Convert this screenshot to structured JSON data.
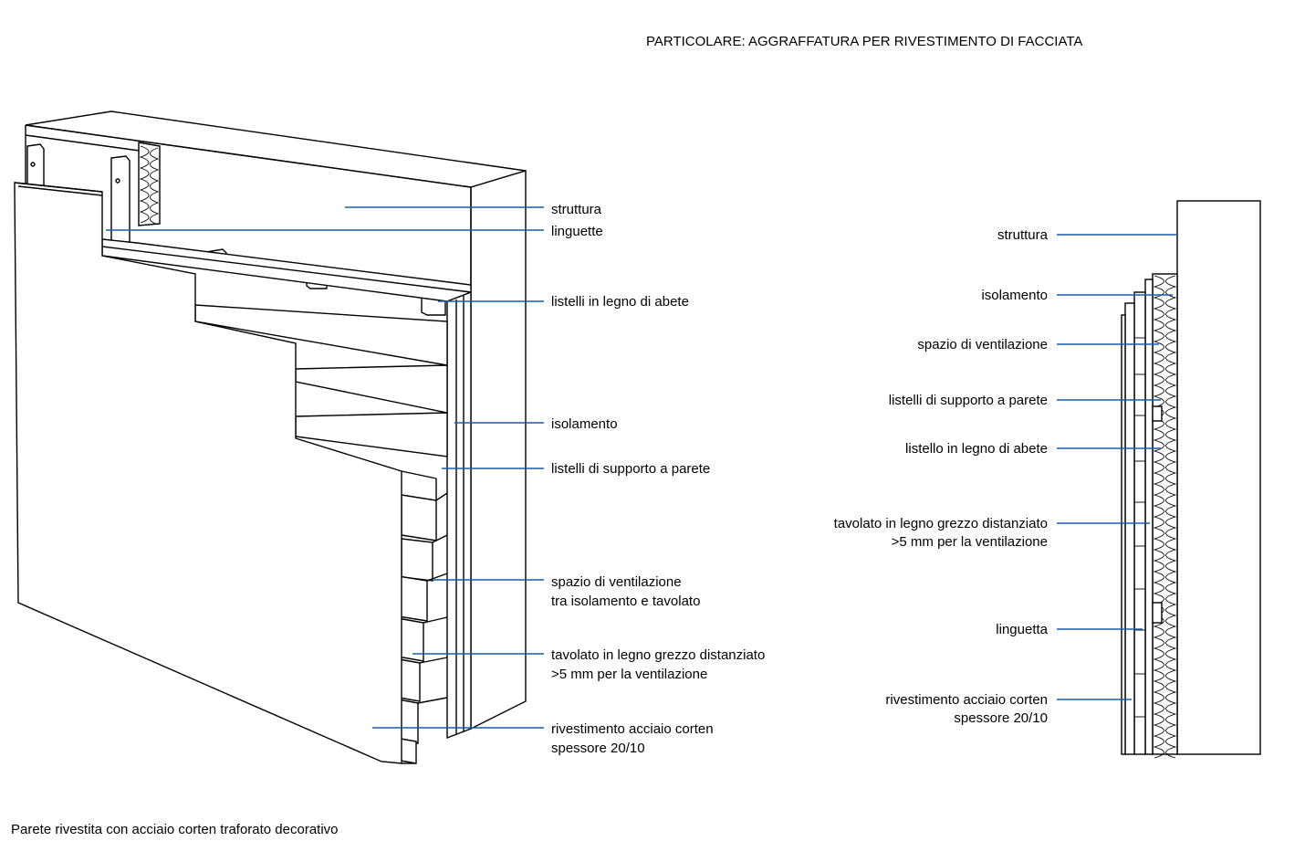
{
  "title": "PARTICOLARE: AGGRAFFATURA PER RIVESTIMENTO DI FACCIATA",
  "caption": "Parete rivestita con acciaio corten traforato decorativo",
  "colors": {
    "leader": "#1a5fa8",
    "line": "#000000",
    "background": "#ffffff"
  },
  "axonometric_labels": {
    "struttura": "struttura",
    "linguette": "linguette",
    "listelli_abete": "listelli in legno di abete",
    "isolamento": "isolamento",
    "listelli_supporto": "listelli di supporto a parete",
    "ventilazione_1": "spazio di ventilazione",
    "ventilazione_2": "tra isolamento e tavolato",
    "tavolato_1": "tavolato in legno grezzo distanziato",
    "tavolato_2": ">5 mm per la ventilazione",
    "rivestimento_1": "rivestimento acciaio corten",
    "rivestimento_2": "spessore 20/10"
  },
  "section_labels": {
    "struttura": "struttura",
    "isolamento": "isolamento",
    "ventilazione": "spazio di ventilazione",
    "listelli_supporto": "listelli di supporto a parete",
    "listello_abete": "listello in legno di abete",
    "tavolato_1": "tavolato in legno grezzo distanziato",
    "tavolato_2": ">5 mm per la ventilazione",
    "linguetta": "linguetta",
    "rivestimento_1": "rivestimento acciaio corten",
    "rivestimento_2": "spessore 20/10"
  }
}
